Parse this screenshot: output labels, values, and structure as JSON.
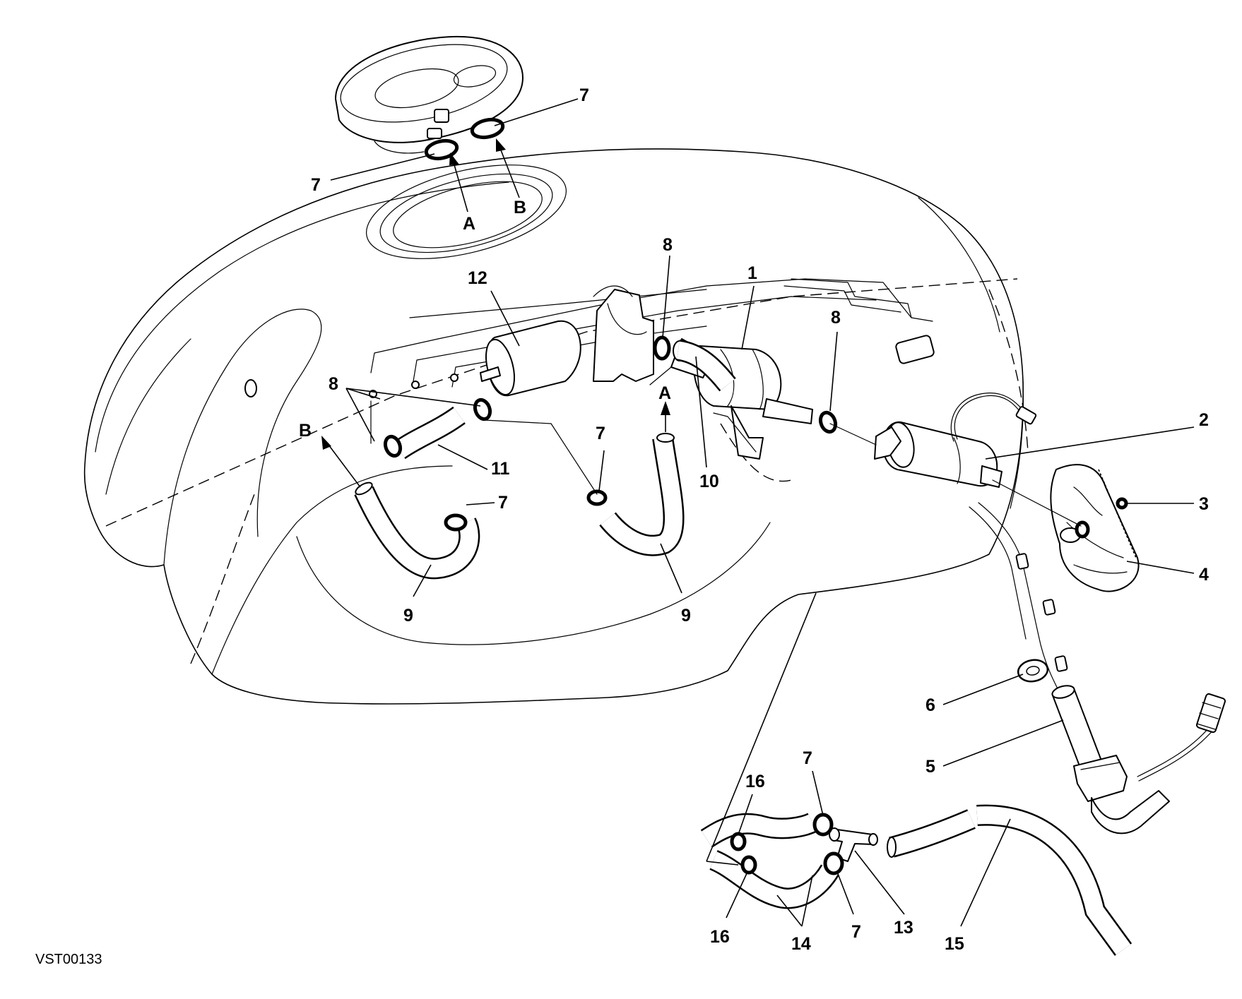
{
  "diagram": {
    "code": "VST00133",
    "callouts": {
      "c1": "1",
      "c2": "2",
      "c3": "3",
      "c4": "4",
      "c5": "5",
      "c6": "6",
      "c7": "7",
      "c8": "8",
      "c9": "9",
      "c10": "10",
      "c11": "11",
      "c12": "12",
      "c13": "13",
      "c14": "14",
      "c15": "15",
      "c16": "16"
    },
    "connection_letters": {
      "a": "A",
      "b": "B"
    }
  }
}
